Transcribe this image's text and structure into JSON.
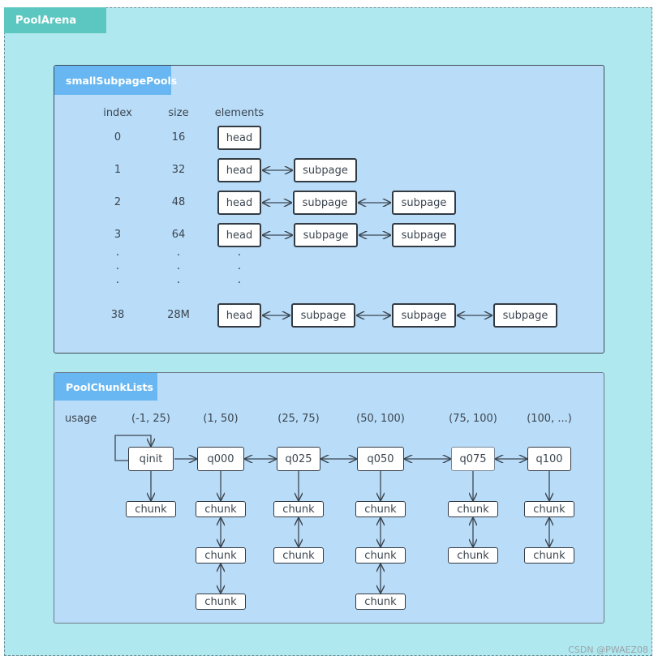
{
  "arena": {
    "title": "PoolArena"
  },
  "small_subpage_pools": {
    "title": "smallSubpagePools",
    "headers": {
      "index": "index",
      "size": "size",
      "elements": "elements"
    },
    "rows": [
      {
        "index": "0",
        "size": "16",
        "head": "head",
        "subpages": []
      },
      {
        "index": "1",
        "size": "32",
        "head": "head",
        "subpages": [
          "subpage"
        ]
      },
      {
        "index": "2",
        "size": "48",
        "head": "head",
        "subpages": [
          "subpage",
          "subpage"
        ]
      },
      {
        "index": "3",
        "size": "64",
        "head": "head",
        "subpages": [
          "subpage",
          "subpage"
        ]
      },
      {
        "index": "38",
        "size": "28M",
        "head": "head",
        "subpages": [
          "subpage",
          "subpage",
          "subpage"
        ]
      }
    ],
    "ellipsis": "·"
  },
  "pool_chunk_lists": {
    "title": "PoolChunkLists",
    "usage_label": "usage",
    "lists": [
      {
        "name": "qinit",
        "usage": "(-1, 25)",
        "chunks": [
          "chunk"
        ]
      },
      {
        "name": "q000",
        "usage": "(1, 50)",
        "chunks": [
          "chunk",
          "chunk",
          "chunk"
        ]
      },
      {
        "name": "q025",
        "usage": "(25, 75)",
        "chunks": [
          "chunk",
          "chunk"
        ]
      },
      {
        "name": "q050",
        "usage": "(50, 100)",
        "chunks": [
          "chunk",
          "chunk",
          "chunk"
        ]
      },
      {
        "name": "q075",
        "usage": "(75, 100)",
        "chunks": [
          "chunk",
          "chunk"
        ]
      },
      {
        "name": "q100",
        "usage": "(100, ...)",
        "chunks": [
          "chunk",
          "chunk"
        ]
      }
    ]
  },
  "watermark": "CSDN @PWAEZ08"
}
